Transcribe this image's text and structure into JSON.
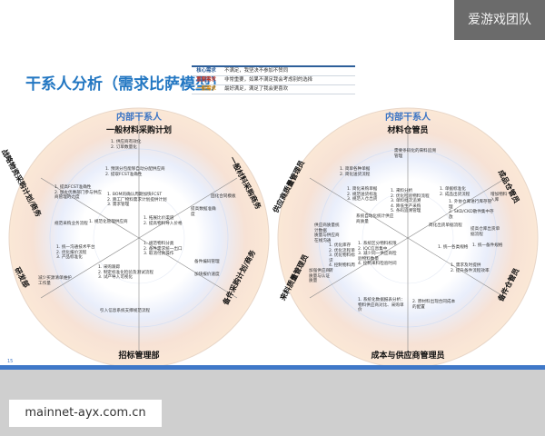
{
  "watermark": "爱游戏团队",
  "title": "干系人分析（需求比萨模型）",
  "legend": [
    {
      "tag": "核心需求",
      "text": "不满足，我坚决不参加不赞同",
      "color": "#2d5f9a"
    },
    {
      "tag": "重要需求",
      "text": "非常重要，如果不满足我会考虑别的选择",
      "color": "#c0392b"
    },
    {
      "tag": "一般需求",
      "text": "最好满足，满足了我会更喜欢",
      "color": "#d68910"
    }
  ],
  "left": {
    "header": "内部干系人",
    "subtitle": "一般材料采购计划",
    "side_left_top": "战略物资采购计划/商务",
    "side_left_mid": "研发部",
    "side_right_top": "一般材料采购商务",
    "side_right_mid": "备件采购计划/商务",
    "bottom": "招标管理部",
    "notes": [
      "1. 供应商有效化",
      "2. 订单数量化",
      "1. 预测分包能够自动分配供应商",
      "2. 提取FCST准确性",
      "1. 提高FCST准确性",
      "2. 加大优惠部门参与供应商管理的力度",
      "1. BOM的确认周期加快FCST",
      "2. 降工厂物料需求计划提供计划",
      "3. 需求管理",
      "1. 规范化管理供应商",
      "1. 拓展比价渠道",
      "2. 提高物料导入价格",
      "规范采购业务流程",
      "固化合同模板",
      "提高数据准确度",
      "1. 规范物料分类",
      "2. 备件需求统一出口",
      "3. 取消付款操作",
      "备件编码管理",
      "加快报价速度",
      "1. 统一沟通技术平台",
      "2. 优化报价流程",
      "3. 产品标准化",
      "减少买源清单维护工作量",
      "1. 采购跟踪",
      "2. 制定标准化检验及测试流程",
      "3. 试产导入可视化",
      "引入信息系统支撑规范流程"
    ]
  },
  "right": {
    "header": "内部干系人",
    "subtitle": "材料仓管员",
    "side_left_top": "供应商质量管理员",
    "side_left_mid": "来料质量管理员",
    "side_right_top": "成品仓管员",
    "side_right_mid": "备件仓管员",
    "bottom": "成本与供应商管理员",
    "notes": [
      "1. 简单各种单据",
      "2. 简化送货流程",
      "需要条码化的来料追溯管理",
      "1. 简化采购单据",
      "2. 规范送货标准",
      "3. 规范入仓出货",
      "1. 来料分析",
      "2. 优化检验物料流程",
      "3. 单料批次追溯",
      "4. 降低生产采购",
      "5. 条码追溯管理",
      "1. 单据标准化",
      "2. 成品出货流程",
      "1. 外协仓库进行库存管理",
      "2. SKD/CKD散件集中存放",
      "增加物料入库",
      "简化出货单据流程",
      "提高仓库出货单据流程",
      "1. 统一各类规格",
      "1. 统一备件规格",
      "1. 需求及时提供",
      "2. 提升备件流程效率",
      "1. 优化库存",
      "2. 优化流程单",
      "3. 优化物料标识",
      "4. 控制物料周转",
      "1. 系统区分物料权限",
      "2. IQC信息集中",
      "3. 减少同一供应商检验物料数量",
      "4. 控制来料检验时间",
      "加强供应商质量与认证质量",
      "1. 系统化数据报表分析：物料供应商对比、采购单价",
      "2. 原材料出现合同成本的配置",
      "供应商质量统计数据",
      "质量与供应商在线沟通",
      "系统自动化统计供应商质量"
    ]
  }
}
